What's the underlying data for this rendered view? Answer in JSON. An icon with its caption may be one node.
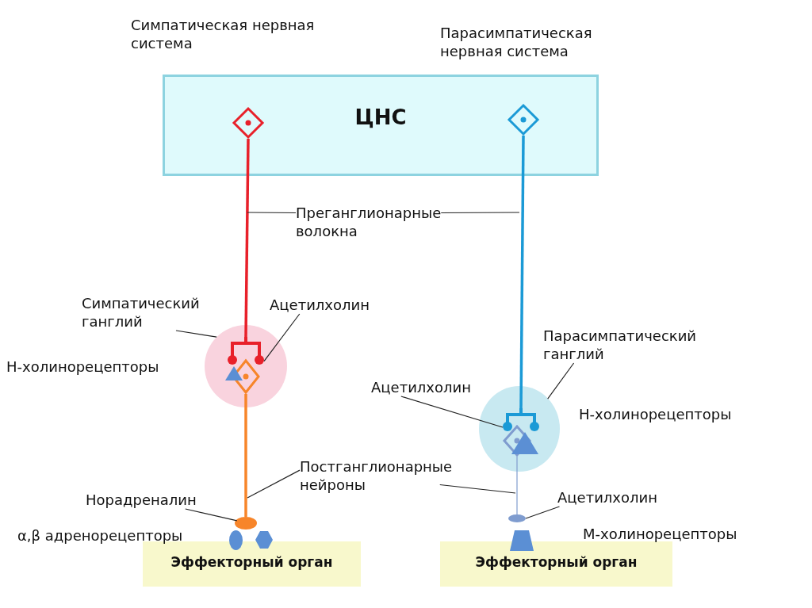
{
  "diagram": {
    "nodes": [
      {
        "text": [
          "ЦНС"
        ]
      },
      {
        "text": [],
        "shape": "diamond",
        "in": 0
      },
      {
        "text": [],
        "shape": "diamond",
        "in": 0
      },
      {
        "text": [
          "Преганглионарные волокна"
        ]
      },
      {
        "text": [
          "Симпатический ганглий"
        ]
      },
      {
        "text": [],
        "shape": "circle"
      },
      {
        "text": [
          "Ацетилхолин"
        ]
      },
      {
        "text": [],
        "shape": "fork",
        "in": 5
      },
      {
        "text": [],
        "shape": "diamond",
        "in": 5
      },
      {
        "text": [
          "Парасимпатический ганглий"
        ]
      },
      {
        "text": [
          "Ацетилхолин"
        ]
      },
      {
        "text": [],
        "shape": "circle"
      },
      {
        "text": [],
        "shape": "fork",
        "in": 11
      },
      {
        "text": [],
        "shape": "diamond",
        "in": 11
      },
      {
        "text": [
          "Постганглионарные нейроны"
        ]
      },
      {
        "text": [
          "Норадреналин"
        ]
      },
      {
        "text": [],
        "shape": "circle"
      },
      {
        "text": [
          "Ацетилхолин"
        ]
      },
      {
        "text": [],
        "shape": "circle"
      },
      {
        "text": [
          "Эффекторный орган"
        ]
      },
      {
        "text": [
          "Эффекторный орган"
        ]
      }
    ],
    "edges": [
      {
        "from": 1,
        "to": 7,
        "arrow": "none",
        "style": "thick",
        "color": "#e8202a"
      },
      {
        "from": 2,
        "to": 12,
        "arrow": "none",
        "style": "thick",
        "color": "#1b9ad6"
      },
      {
        "from": 8,
        "to": 16,
        "arrow": "none",
        "style": "thick",
        "color": "#f7852a"
      },
      {
        "from": 13,
        "to": 18,
        "arrow": "none",
        "color": "#7f9ccf"
      },
      {
        "from": 3,
        "to": null,
        "arrow": "none"
      },
      {
        "from": 3,
        "to": null,
        "arrow": "none"
      },
      {
        "from": 4,
        "to": 5,
        "arrow": "none"
      },
      {
        "from": 6,
        "to": 7,
        "arrow": "none"
      },
      {
        "from": 9,
        "to": 11,
        "arrow": "none"
      },
      {
        "from": 10,
        "to": 12,
        "arrow": "none"
      },
      {
        "from": 14,
        "to": null,
        "arrow": "none"
      },
      {
        "from": 14,
        "to": null,
        "arrow": "none"
      },
      {
        "from": 15,
        "to": 16,
        "arrow": "none"
      },
      {
        "from": 17,
        "to": 18,
        "arrow": "none"
      }
    ],
    "labels": [
      "Симпатическая нервная система",
      "Парасимпатическая нервная система",
      "Н-холинорецепторы",
      "Н-холинорецепторы",
      "α,β адренорецепторы",
      "М-холинорецепторы"
    ]
  }
}
